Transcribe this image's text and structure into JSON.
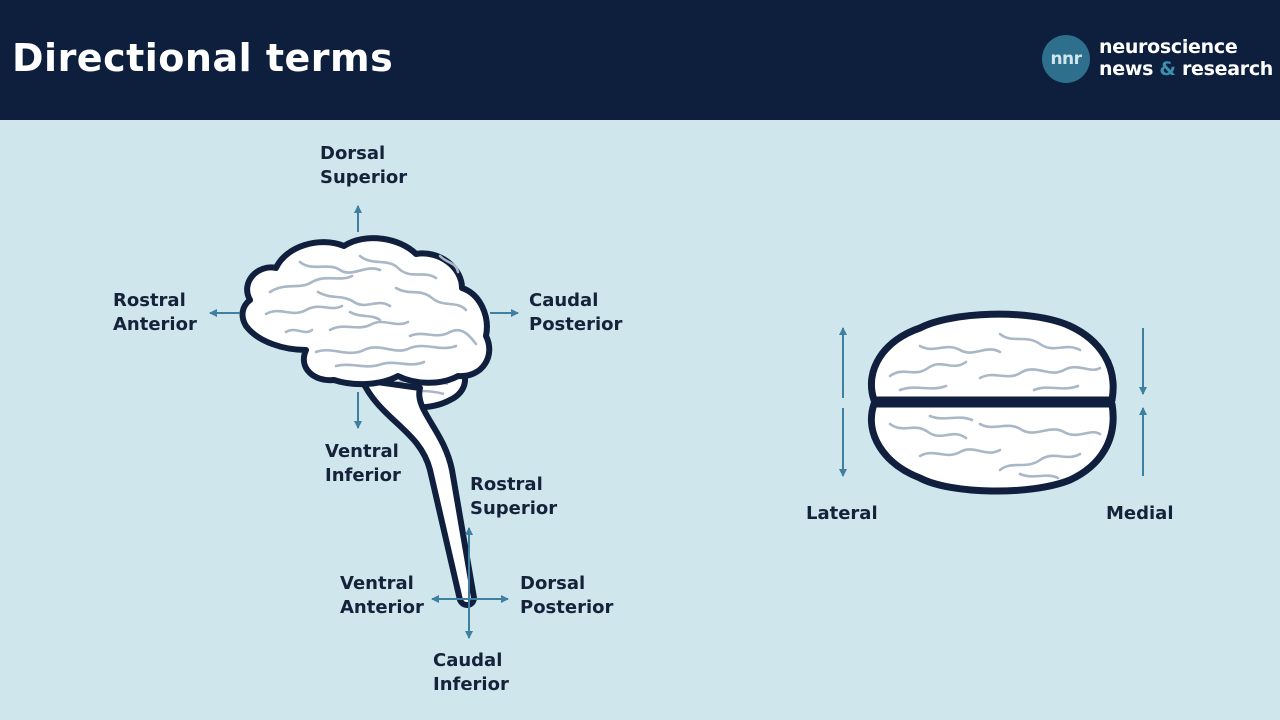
{
  "header": {
    "title": "Directional terms",
    "logo": {
      "badge": "nnr",
      "line1": "neuroscience",
      "line2_a": "news ",
      "line2_amp": "&",
      "line2_b": " research"
    }
  },
  "side_view": {
    "up": [
      "Dorsal",
      "Superior"
    ],
    "front": [
      "Rostral",
      "Anterior"
    ],
    "back": [
      "Caudal",
      "Posterior"
    ],
    "down": [
      "Ventral",
      "Inferior"
    ]
  },
  "spinal_cord": {
    "up": [
      "Rostral",
      "Superior"
    ],
    "front": [
      "Ventral",
      "Anterior"
    ],
    "back": [
      "Dorsal",
      "Posterior"
    ],
    "down": [
      "Caudal",
      "Inferior"
    ]
  },
  "top_view": {
    "left": "Lateral",
    "right": "Medial"
  },
  "colors": {
    "background": "#cfe6ed",
    "header": "#0e1f3e",
    "outline": "#0f1f3d",
    "arrow": "#3f7f9f",
    "sulci": "#a9b7c6",
    "brain_fill": "#ffffff"
  }
}
